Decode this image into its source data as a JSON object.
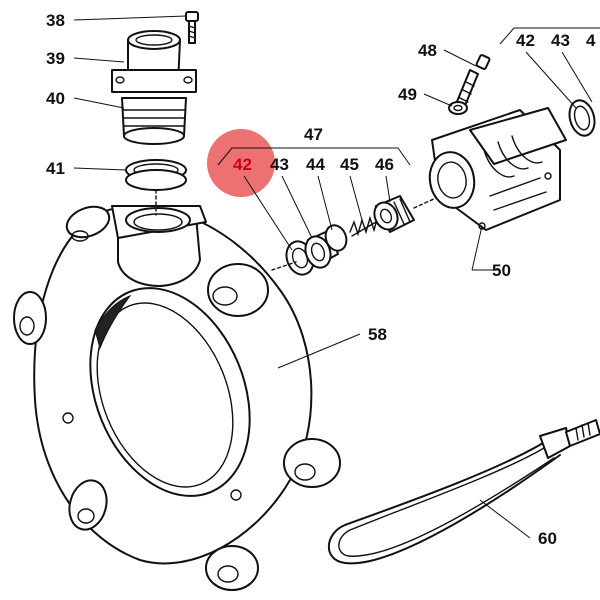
{
  "colors": {
    "line": "#111111",
    "highlight_circle": "#e83a3a",
    "highlighted_label": "#c8001e"
  },
  "highlighted_part": "42",
  "labels": {
    "p38": "38",
    "p39": "39",
    "p40": "40",
    "p41": "41",
    "p42": "42",
    "p43": "43",
    "p44": "44",
    "p45": "45",
    "p46": "46",
    "p47": "47",
    "p48": "48",
    "p49": "49",
    "p50": "50",
    "p58": "58",
    "p60": "60",
    "p42b": "42",
    "p43b": "43",
    "p4xb": "4"
  }
}
